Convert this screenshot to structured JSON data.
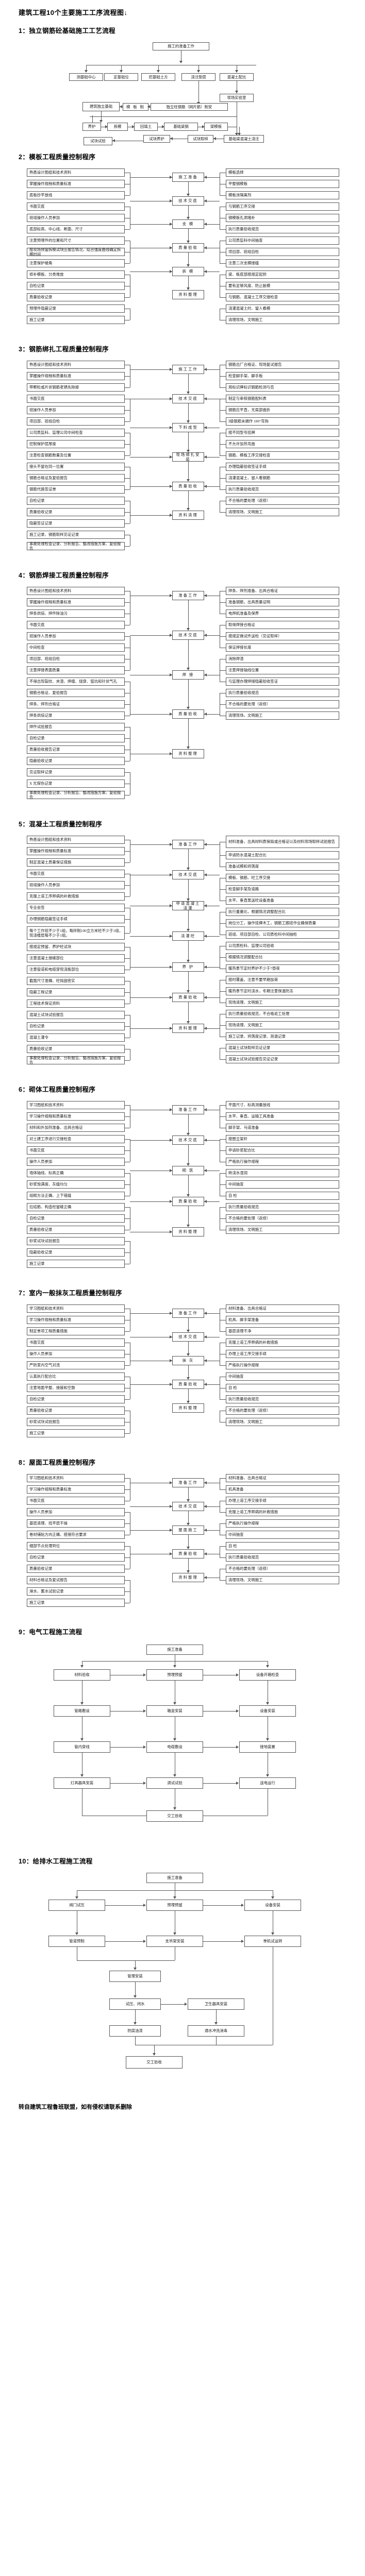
{
  "document": {
    "title": "建筑工程10个主要施工工序流程图↓",
    "footer": "转自建筑工程鲁班联盟，如有侵权请联系删除"
  },
  "sections": [
    {
      "id": 1,
      "heading": "1：独立钢筋砼基础施工工艺流程",
      "nodes": [
        "施工的准备工作",
        "测基础中心",
        "定基础位",
        "挖基础土方",
        "浇注垫层",
        "混凝土配比",
        "现场实验室",
        "独立柱钢筋（网片筋）制安",
        "模 板 制",
        "建筑独立基础",
        "养护",
        "拆模",
        "回填土",
        "基础梁钢",
        "架模板",
        "基础梁混凝土浇注",
        "试块取样",
        "试块养护",
        "试块试验"
      ]
    },
    {
      "id": 2,
      "heading": "2：模板工程质量控制程序",
      "left": [
        "熟悉设计图纸和技术资料",
        "掌握操作规程和质量标准",
        "底板抄平放线",
        "书面交底",
        "班组操作人员参加",
        "底部标高、中心线、断面、尺寸",
        "注意预埋件的位置和尺寸",
        "按现场预留拆模试块压报告情况，结合强度曲线确定拆模时间",
        "注意保护棱角",
        "修补模板、分类堆放",
        "自检记录",
        "质量验收记录",
        "预埋件隐蔽记录",
        "施工记录"
      ],
      "spine": [
        "施工准备",
        "技术交底",
        "支 模",
        "质量验收",
        "拆 模",
        "资料整理"
      ],
      "right": [
        "模板选择",
        "平整钢模板",
        "模板涂隔离剂",
        "与钢筋工序交接",
        "钢模板孔洞堵补",
        "执行质量验收规范",
        "公司质监科中间抽查",
        "项目部、班组自检",
        "注意二次支模接缝",
        "梁、板底部按规定起拱",
        "要有足够风度、防止胀模",
        "与钢筋、混凝土工序交接检查",
        "浇灌混凝土时、留人看模",
        "清理现场，文明施工"
      ]
    },
    {
      "id": 3,
      "heading": "3：钢筋绑扎工程质量控制程序",
      "left": [
        "熟悉设计图纸和技术资料",
        "掌握操作规程和质量标准",
        "带颗粒或片状钢筋老锈先除掉",
        "书面交底",
        "班操作人员参加",
        "项目部、班组自检",
        "公司质监科、监理公司中间检查",
        "控制保护层厚度",
        "注意检查钢筋数量及位置",
        "接头不留在同一位置",
        "钢筋合格证及复验报告",
        "钢筋代换签证单",
        "自检记录",
        "质量验收记录",
        "隐蔽签证记录",
        "施工记录、钢筋取样见证记录",
        "事故处理检查记录、分析报告、整改措施方案、复验报告"
      ],
      "spine": [
        "施工工作",
        "技术交底",
        "下料成型",
        "现场绑扎安装",
        "质量验收",
        "资料清理"
      ],
      "right": [
        "钢筋出厂合格证、现场复试报告",
        "检查脚手架、脚手板",
        "用标识牌标识钢筋检测与否",
        "制定与审核钢筋配料表",
        "钢筋应平直，无局部曲折",
        "Ⅰ级钢筋末端作 180°弯钩",
        "按不同型号挂牌",
        "不允许加热弯曲",
        "钢筋、模板工序交接检查",
        "办理隐蔽验收签证手续",
        "浇灌混凝土、留人看钢筋",
        "执行质量验收规范",
        "不合格的要处理（返修）",
        "清理现场、文明施工"
      ]
    },
    {
      "id": 4,
      "heading": "4：钢筋焊接工程质量控制程序",
      "left": [
        "熟悉设计图纸和技术资料",
        "掌握操作规程和质量标准",
        "焊条烘焙、焊件除油污",
        "书面交底",
        "班操作人员参加",
        "中间检查",
        "项目部、班组自检",
        "注意焊接表面质量",
        "不得出现裂纹、夹渣、焊瘤、烧穿、弧坑和针状气孔",
        "钢筋合格证、复验报告",
        "焊条、焊剂合格证",
        "焊条烘焙记录",
        "焊件试验报告",
        "自检记录",
        "质量验收报告记录",
        "隐蔽验收记录",
        "见证取样记录",
        "X 光探伤记录",
        "事故处理检查记录、分析报告、整改措施方案、复验报告"
      ],
      "spine": [
        "准备工作",
        "技术交底",
        "焊 接",
        "质量验收",
        "资料整理"
      ],
      "right": [
        "焊条、焊剂准备、出具合格证",
        "准备钢筋，出具质量证明",
        "电焊机准备及保养",
        "取得焊接合格证",
        "按规定做试件送检（见证取样）",
        "保证焊接长度",
        "消除焊渣",
        "注意焊接轴线位置",
        "与监理办理焊接隐蔽验收签证",
        "执行质量验收规范",
        "不合格的要处理（返修）",
        "清理现场，文明施工"
      ]
    },
    {
      "id": 5,
      "heading": "5：混凝土工程质量控制程序",
      "left": [
        "熟悉设计图纸和技术资料",
        "掌握操作规程和质量标准",
        "制定混凝土质量保证措施",
        "书面交底",
        "班组操作人员参加",
        "克服上道工序弊病的补救措施",
        "专业会签",
        "办理钢筋隐蔽签证手续",
        "每个工作班不少于1组，每拌制100立方米砼不少于1组，现浇楼层每不少于1组。",
        "按规定预留、养护砼试块",
        "注意混凝土接槎部位",
        "注意管道和电缆穿现浇板部位",
        "截面尺寸准确、砼捣固密实",
        "隐蔽工程记录",
        "工程技术保证资料",
        "混凝土试块试验报告",
        "自检记录",
        "混凝土灌令",
        "质量验收记录",
        "事故处理检查记录、分析报告、整改措施方案、复验报告"
      ],
      "spine": [
        "准备工作",
        "技术交底",
        "申请混凝土浇灌",
        "浇灌砼",
        "养 护",
        "质量验收",
        "资料整理"
      ],
      "right": [
        "材料准备，出具材料质保局或合格证以及材料现场取样试验报告",
        "申请防水混凝土配合比",
        "准备试模和坍落度",
        "模板、钢筋、砼工序交接",
        "检查脚手架及道路",
        "水平、垂直泵送砼设备准备",
        "执行重量比，根据情况调整配合比",
        "岗位分工，操作挂牌木工，钢筋工跟班作业确保质量",
        "班组、项目部自检、公司质检科中间抽检",
        "公司质检科、监理公司验收",
        "根据情况调整配合比",
        "暖热季节定时养护不少于7昼夜",
        "按时覆盖，注意不要早期加荷",
        "暖热季节定时浇水，冬期注意保温防冻",
        "现场清理、文明施工",
        "执行质量验收规范，不合格返工处理",
        "现场清理、文明施工",
        "施工记录、坍落度记录、测温记录",
        "混凝土试块取样见证记录",
        "混凝土试块试验报告见证记录"
      ]
    },
    {
      "id": 6,
      "heading": "6：砌体工程质量控制程序",
      "left": [
        "学习图纸和技术资料",
        "学习操作规程和质量标准",
        "材料和外加剂准备、出具合格证",
        "对土建工序进行交接检查",
        "书面交底",
        "操作人员参加",
        "墙体轴线、标高正确",
        "砂浆饱满度、灰缝均匀",
        "组砌方法正确、上下错缝",
        "拉结筋、构造柱留槎正确",
        "自检记录",
        "质量验收记录",
        "砂浆试块试验报告",
        "隐蔽验收记录",
        "施工记录"
      ],
      "spine": [
        "准备工作",
        "技术交底",
        "砌 筑",
        "质量验收",
        "资料整理"
      ],
      "right": [
        "平面尺寸、标高测量放线",
        "水平、垂直、运输工具准备",
        "脚手架、马道准备",
        "按图立架杆",
        "申请砂浆配合比",
        "严格执行操作规程",
        "砖浇水湿润",
        "中间抽查",
        "自 检",
        "执行质量验收规范",
        "不合格的要处理（返修）",
        "清理现场、文明施工"
      ]
    },
    {
      "id": 7,
      "heading": "7：室内一般抹灰工程质量控制程序",
      "left": [
        "学习图纸和技术资料",
        "学习操作规程和质量标准",
        "制定单项工程质量措施",
        "书面交底",
        "操作人员参加",
        "严防室内空气对流",
        "认真执行配合比",
        "注意地面平整、接搓和空鼓",
        "自检记录",
        "质量验收记录",
        "砂浆试块试验报告",
        "施工记录"
      ],
      "spine": [
        "准备工作",
        "技术交底",
        "抹 灰",
        "质量验收",
        "资料整理"
      ],
      "right": [
        "材料准备、出具合格证",
        "机具、脚手架准备",
        "基层清理干净",
        "克服上道工序弊病的补救措施",
        "办理上道工序交接手续",
        "严格执行操作规程",
        "中间抽查",
        "自 检",
        "执行质量验收规范",
        "不合格的要处理（返修）",
        "清理现场、文明施工"
      ]
    },
    {
      "id": 8,
      "heading": "8：屋面工程质量控制程序",
      "left": [
        "学习图纸和技术资料",
        "学习操作规程和质量标准",
        "书面交底",
        "操作人员参加",
        "基层清理、找平层干燥",
        "卷材铺贴方向正确、搭接符合要求",
        "细部节点处理到位",
        "自检记录",
        "质量验收记录",
        "材料合格证及复试报告",
        "淋水、蓄水试验记录",
        "施工记录"
      ],
      "spine": [
        "准备工作",
        "技术交底",
        "屋面施工",
        "质量验收",
        "资料整理"
      ],
      "right": [
        "材料准备、出具合格证",
        "机具准备",
        "办理上道工序交接手续",
        "克服上道工序弊病的补救措施",
        "严格执行操作规程",
        "中间抽查",
        "自 检",
        "执行质量验收规范",
        "不合格的要处理（返修）",
        "清理现场、文明施工"
      ]
    },
    {
      "id": 9,
      "heading": "9：电气工程施工流程",
      "nodes": [
        "施工准备",
        "材料验收",
        "预埋预留",
        "设备开箱检查",
        "管路敷设",
        "箱盒安装",
        "设备安装",
        "管内穿线",
        "电缆敷设",
        "接地装置",
        "灯具器具安装",
        "调试试验",
        "送电运行",
        "交工验收"
      ]
    },
    {
      "id": 10,
      "heading": "10：给排水工程施工流程",
      "nodes": [
        "施工准备",
        "阀门试压",
        "预埋预留",
        "设备安装",
        "管道预制",
        "支吊架安装",
        "单机试运转",
        "管理安装",
        "试压、闭水",
        "卫生器具安装",
        "防腐油漆",
        "通水冲洗消毒",
        "交工验收"
      ]
    }
  ]
}
